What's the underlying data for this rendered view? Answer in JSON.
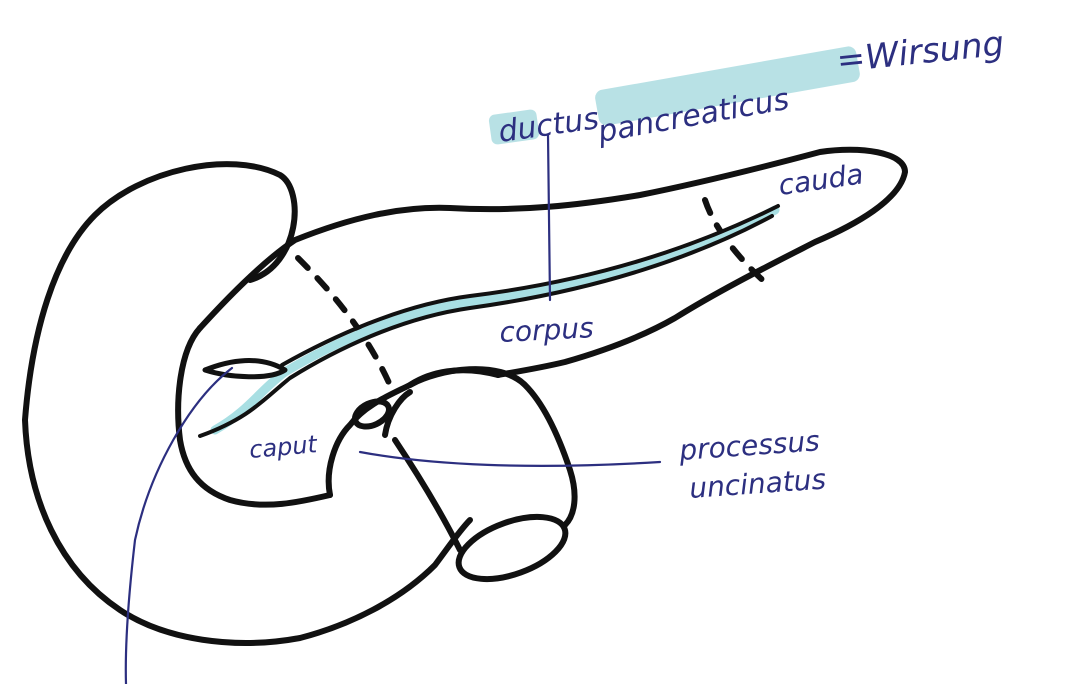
{
  "labels": {
    "ductus_line1": "ductus",
    "ductus_line2": "pancreaticus",
    "wirsung": "=Wirsung",
    "cauda": "cauda",
    "corpus": "corpus",
    "caput": "caput",
    "processus_line1": "processus",
    "processus_line2": "uncinatus"
  },
  "colors": {
    "outline": "#111111",
    "label_ink": "#2c2f80",
    "highlight": "#a6dade"
  }
}
